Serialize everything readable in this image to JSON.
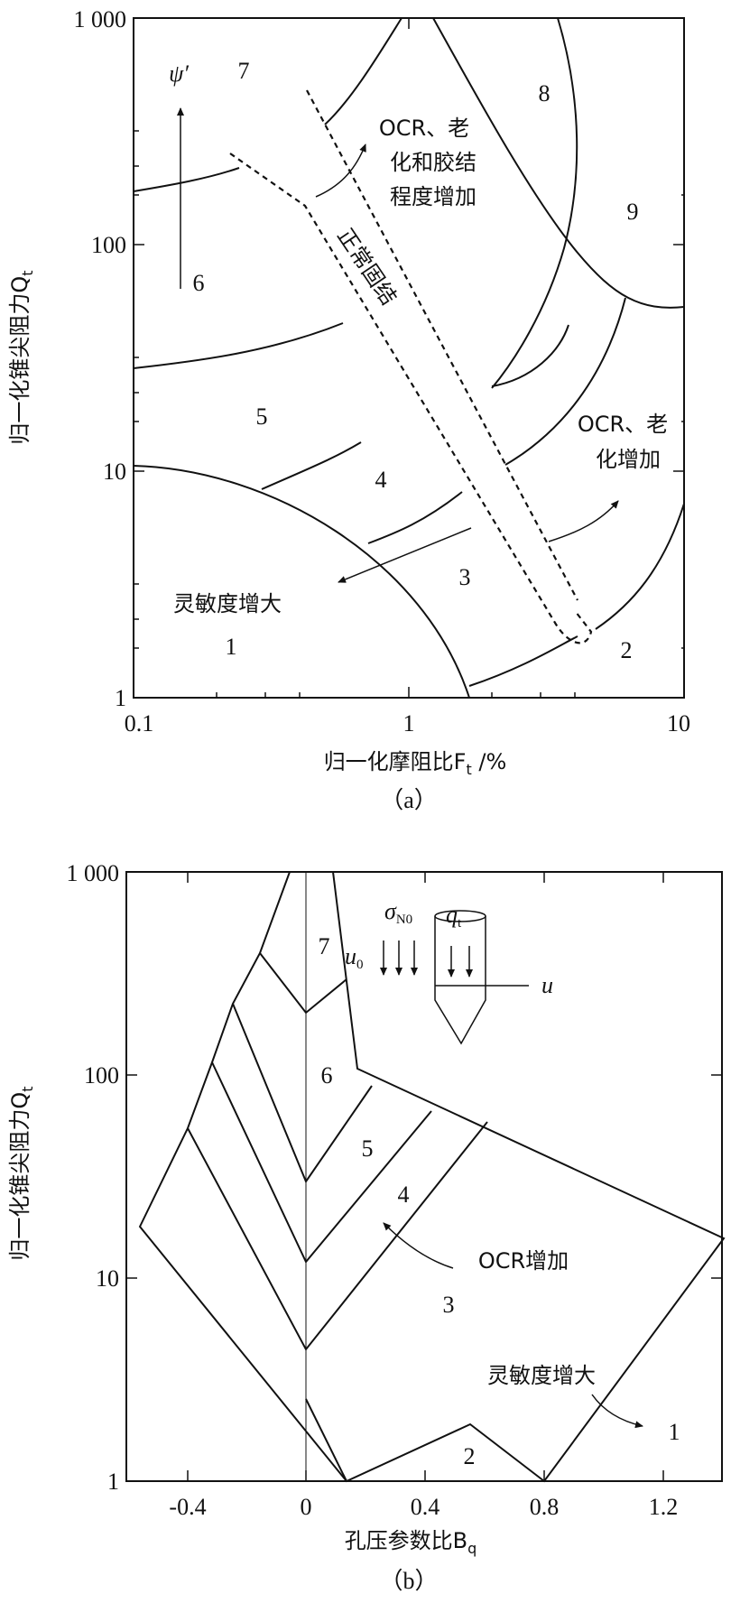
{
  "panel_a": {
    "y_ticks": [
      "1 000",
      "100",
      "10",
      "1"
    ],
    "x_ticks": [
      "0.1",
      "1",
      "10"
    ],
    "y_label": "归一化锥尖阻力Q",
    "y_label_sub": "t",
    "x_label": "归一化摩阻比F",
    "x_label_sub": "t",
    "x_label_suffix": " /%",
    "caption": "（a）",
    "zones": [
      "1",
      "2",
      "3",
      "4",
      "5",
      "6",
      "7",
      "8",
      "9"
    ],
    "psi_label": "ψ′",
    "band_label": "正常固结",
    "note_ocr_aging_bonding": [
      "OCR、老",
      "化和胶结",
      "程度增加"
    ],
    "note_ocr_aging": [
      "OCR、老",
      "化增加"
    ],
    "note_sensitivity": "灵敏度增大"
  },
  "panel_b": {
    "y_ticks": [
      "1 000",
      "100",
      "10",
      "1"
    ],
    "x_ticks": [
      "-0.4",
      "0",
      "0.4",
      "0.8",
      "1.2"
    ],
    "y_label": "归一化锥尖阻力Q",
    "y_label_sub": "t",
    "x_label": "孔压参数比B",
    "x_label_sub": "q",
    "caption": "（b）",
    "zones": [
      "1",
      "2",
      "3",
      "4",
      "5",
      "6",
      "7"
    ],
    "note_ocr": "OCR增加",
    "note_sensitivity": "灵敏度增大",
    "inset": {
      "sigma": "σ",
      "sigma_sub": "N0",
      "u0": "u",
      "u0_sub": "0",
      "qt": "q",
      "qt_sub": "t",
      "u": "u"
    }
  }
}
